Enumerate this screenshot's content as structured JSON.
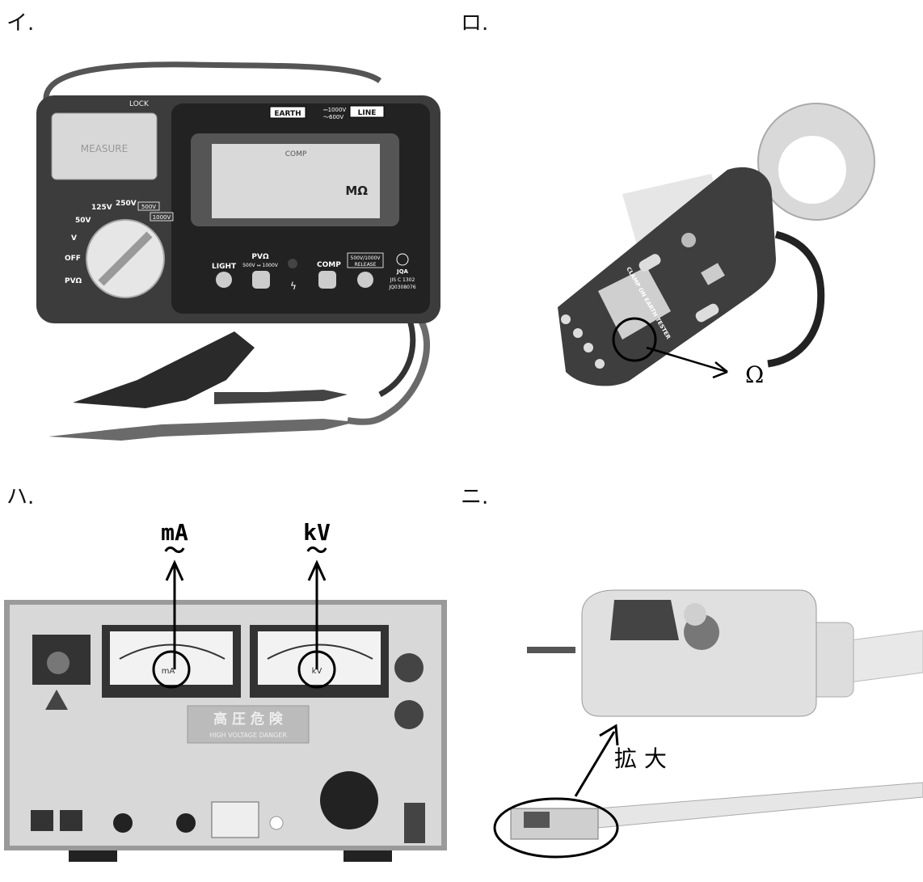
{
  "panels": {
    "a": {
      "label": "イ.",
      "device": {
        "lock": "LOCK",
        "measure": "MEASURE",
        "earth": "EARTH",
        "line": "LINE",
        "rating1": "⎓1000V",
        "rating2": "～600V",
        "comp_display": "COMP",
        "unit": "MΩ",
        "range_125": "125V",
        "range_250": "250V",
        "range_500": "500V",
        "range_1000": "1000V",
        "range_50": "50V",
        "mode_v": "V",
        "mode_off": "OFF",
        "mode_pv": "PVΩ",
        "btn_light": "LIGHT",
        "btn_pv": "PVΩ",
        "btn_pv_sub": "500V ↔ 1000V",
        "btn_comp": "COMP",
        "btn_release_top": "500V/1000V",
        "btn_release": "RELEASE",
        "jqa": "JQA",
        "jis": "JIS C 1302",
        "serial": "JQ0308076"
      }
    },
    "b": {
      "label": "ロ.",
      "callout": "Ω",
      "device": {
        "body_text": "CLAMP ON EARTH TESTER"
      }
    },
    "c": {
      "label": "ハ.",
      "arrow_left": "mA",
      "arrow_left_sub": "～",
      "arrow_right": "kV",
      "arrow_right_sub": "～",
      "meter_left": "mA",
      "meter_right": "kV",
      "plate_jp": "高 圧 危 険",
      "plate_en": "HIGH VOLTAGE DANGER"
    },
    "d": {
      "label": "ニ.",
      "callout": "拡 大"
    }
  }
}
